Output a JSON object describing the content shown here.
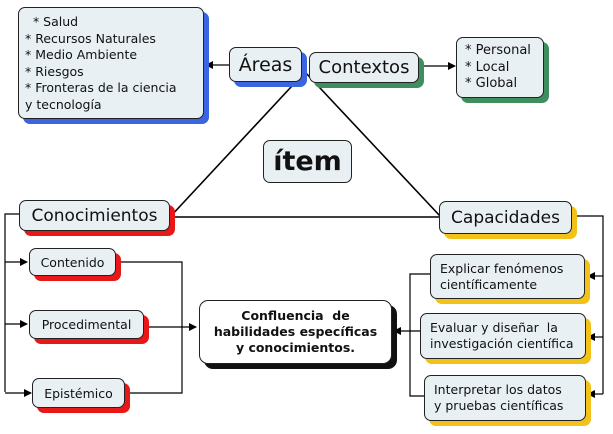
{
  "diagram": {
    "center_label": "ítem",
    "areas": {
      "label": "Áreas",
      "items": [
        "  * Salud",
        "* Recursos Naturales",
        "* Medio Ambiente",
        "* Riesgos",
        "* Fronteras de la ciencia",
        "y tecnología"
      ]
    },
    "contextos": {
      "label": "Contextos",
      "items": [
        "* Personal",
        "* Local",
        "* Global"
      ]
    },
    "conocimientos": {
      "label": "Conocimientos",
      "children": [
        "Contenido",
        "Procedimental",
        "Epistémico"
      ]
    },
    "capacidades": {
      "label": "Capacidades",
      "children": [
        [
          "Explicar fenómenos",
          "científicamente"
        ],
        [
          "Evaluar y diseñar  la",
          "investigación científica"
        ],
        [
          "Interpretar los datos",
          "y pruebas científicas"
        ]
      ]
    },
    "result": [
      "Confluencia  de",
      "habilidades específicas",
      "y conocimientos."
    ],
    "colors": {
      "areas_shadow": "#3a64e0",
      "contextos_shadow": "#3f8f5e",
      "conocimientos_shadow": "#e81818",
      "capacidades_shadow": "#f2c21b",
      "node_fill": "#e9f0f4"
    }
  }
}
